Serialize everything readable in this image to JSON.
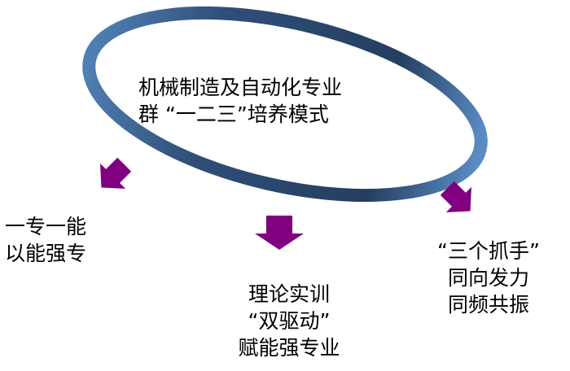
{
  "center_title": {
    "line1": "机械制造及自动化专业",
    "line2": "群 “一二三”培养模式"
  },
  "branches": [
    {
      "lines": [
        "一专一能",
        "以能强专"
      ]
    },
    {
      "lines": [
        "理论实训",
        "“双驱动”",
        "赋能强专业"
      ]
    },
    {
      "lines": [
        "“三个抓手”",
        "同向发力",
        "同频共振"
      ]
    }
  ],
  "colors": {
    "ring": "#2e4a6e",
    "ring_highlight": "#4f7fb3",
    "arrow": "#800080"
  }
}
